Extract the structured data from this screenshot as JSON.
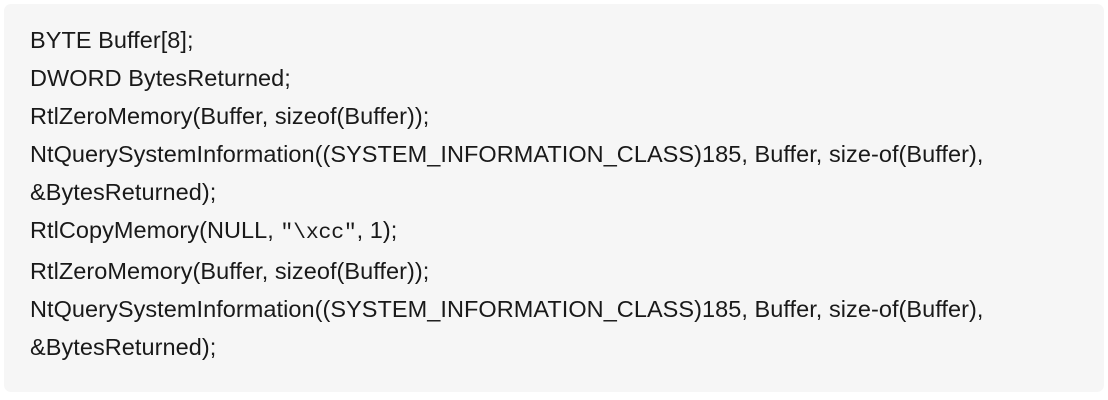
{
  "panel": {
    "background_color": "#f6f6f6",
    "page_background_color": "#ffffff",
    "text_color": "#191919"
  },
  "code": {
    "language": "c",
    "lines": [
      {
        "id": "line-1",
        "text": "BYTE Buffer[8];",
        "wrapped": false
      },
      {
        "id": "line-2",
        "text": "DWORD BytesReturned;",
        "wrapped": false
      },
      {
        "id": "line-3",
        "text": "RtlZeroMemory(Buffer, sizeof(Buffer));",
        "wrapped": false
      },
      {
        "id": "line-4",
        "text": "NtQuerySystemInformation((SYSTEM_INFORMATION_CLASS)185, Buffer, sizeof(Buffer), &BytesReturned);",
        "wrapped": true,
        "visual_segments": [
          "NtQuerySystemInformation((SYSTEM_INFORMATION_CLASS)185, Buffer, size-",
          "of(Buffer), &BytesReturned);"
        ]
      },
      {
        "id": "line-5",
        "text_before_string": "RtlCopyMemory(NULL, ",
        "string_literal": "\"\\xcc\"",
        "text_after_string": ", 1);",
        "text": "RtlCopyMemory(NULL, \"\\xcc\", 1);",
        "wrapped": false
      },
      {
        "id": "line-6",
        "text": "RtlZeroMemory(Buffer, sizeof(Buffer));",
        "wrapped": false
      },
      {
        "id": "line-7",
        "text": "NtQuerySystemInformation((SYSTEM_INFORMATION_CLASS)185, Buffer, sizeof(Buffer), &BytesReturned);",
        "wrapped": true,
        "visual_segments": [
          "NtQuerySystemInformation((SYSTEM_INFORMATION_CLASS)185, Buffer, size-",
          "of(Buffer), &BytesReturned);"
        ]
      }
    ]
  }
}
